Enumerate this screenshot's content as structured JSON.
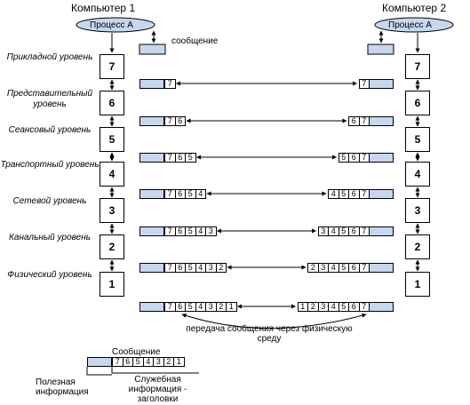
{
  "computer1": {
    "title": "Компьютер 1",
    "process": "Процесс А"
  },
  "computer2": {
    "title": "Компьютер 2",
    "process": "Процесс А"
  },
  "message_label": "сообщение",
  "levels": [
    {
      "num": "7",
      "name": "Прикладной уровень"
    },
    {
      "num": "6",
      "name": "Представительный уровень"
    },
    {
      "num": "5",
      "name": "Сеансовый уровень"
    },
    {
      "num": "4",
      "name": "Транспортный уровень"
    },
    {
      "num": "3",
      "name": "Сетевой уровень"
    },
    {
      "num": "2",
      "name": "Канальный уровень"
    },
    {
      "num": "1",
      "name": "Физический уровень"
    }
  ],
  "packets_left": [
    [
      "7"
    ],
    [
      "7",
      "6"
    ],
    [
      "7",
      "6",
      "5"
    ],
    [
      "7",
      "6",
      "5",
      "4"
    ],
    [
      "7",
      "6",
      "5",
      "4",
      "3"
    ],
    [
      "7",
      "6",
      "5",
      "4",
      "3",
      "2"
    ],
    [
      "7",
      "6",
      "5",
      "4",
      "3",
      "2",
      "1"
    ]
  ],
  "packets_right": [
    [
      "7"
    ],
    [
      "6",
      "7"
    ],
    [
      "5",
      "6",
      "7"
    ],
    [
      "4",
      "5",
      "6",
      "7"
    ],
    [
      "3",
      "4",
      "5",
      "6",
      "7"
    ],
    [
      "2",
      "3",
      "4",
      "5",
      "6",
      "7"
    ],
    [
      "1",
      "2",
      "3",
      "4",
      "5",
      "6",
      "7"
    ]
  ],
  "transfer_label": "передача сообщения через физическую среду",
  "legend": {
    "message": "Сообщение",
    "cells": [
      "7",
      "6",
      "5",
      "4",
      "3",
      "2",
      "1"
    ],
    "payload": "Полезная информация",
    "service": "Служебная информация - заголовки"
  }
}
